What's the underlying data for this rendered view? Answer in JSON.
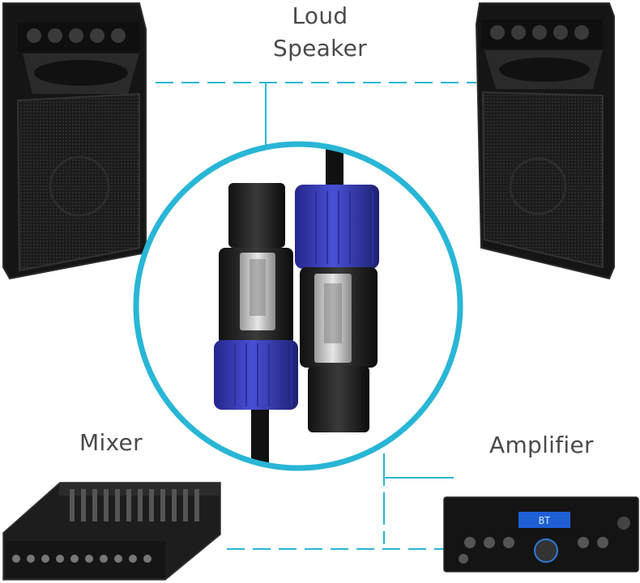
{
  "labels": {
    "speaker_line1": "Loud",
    "speaker_line2": "Speaker",
    "mixer": "Mixer",
    "amplifier": "Amplifier"
  },
  "amplifier_display": "BT",
  "colors": {
    "accent": "#29b6d6",
    "connector_blue": "#3a3fbf",
    "speaker_body": "#1f1f1f"
  }
}
